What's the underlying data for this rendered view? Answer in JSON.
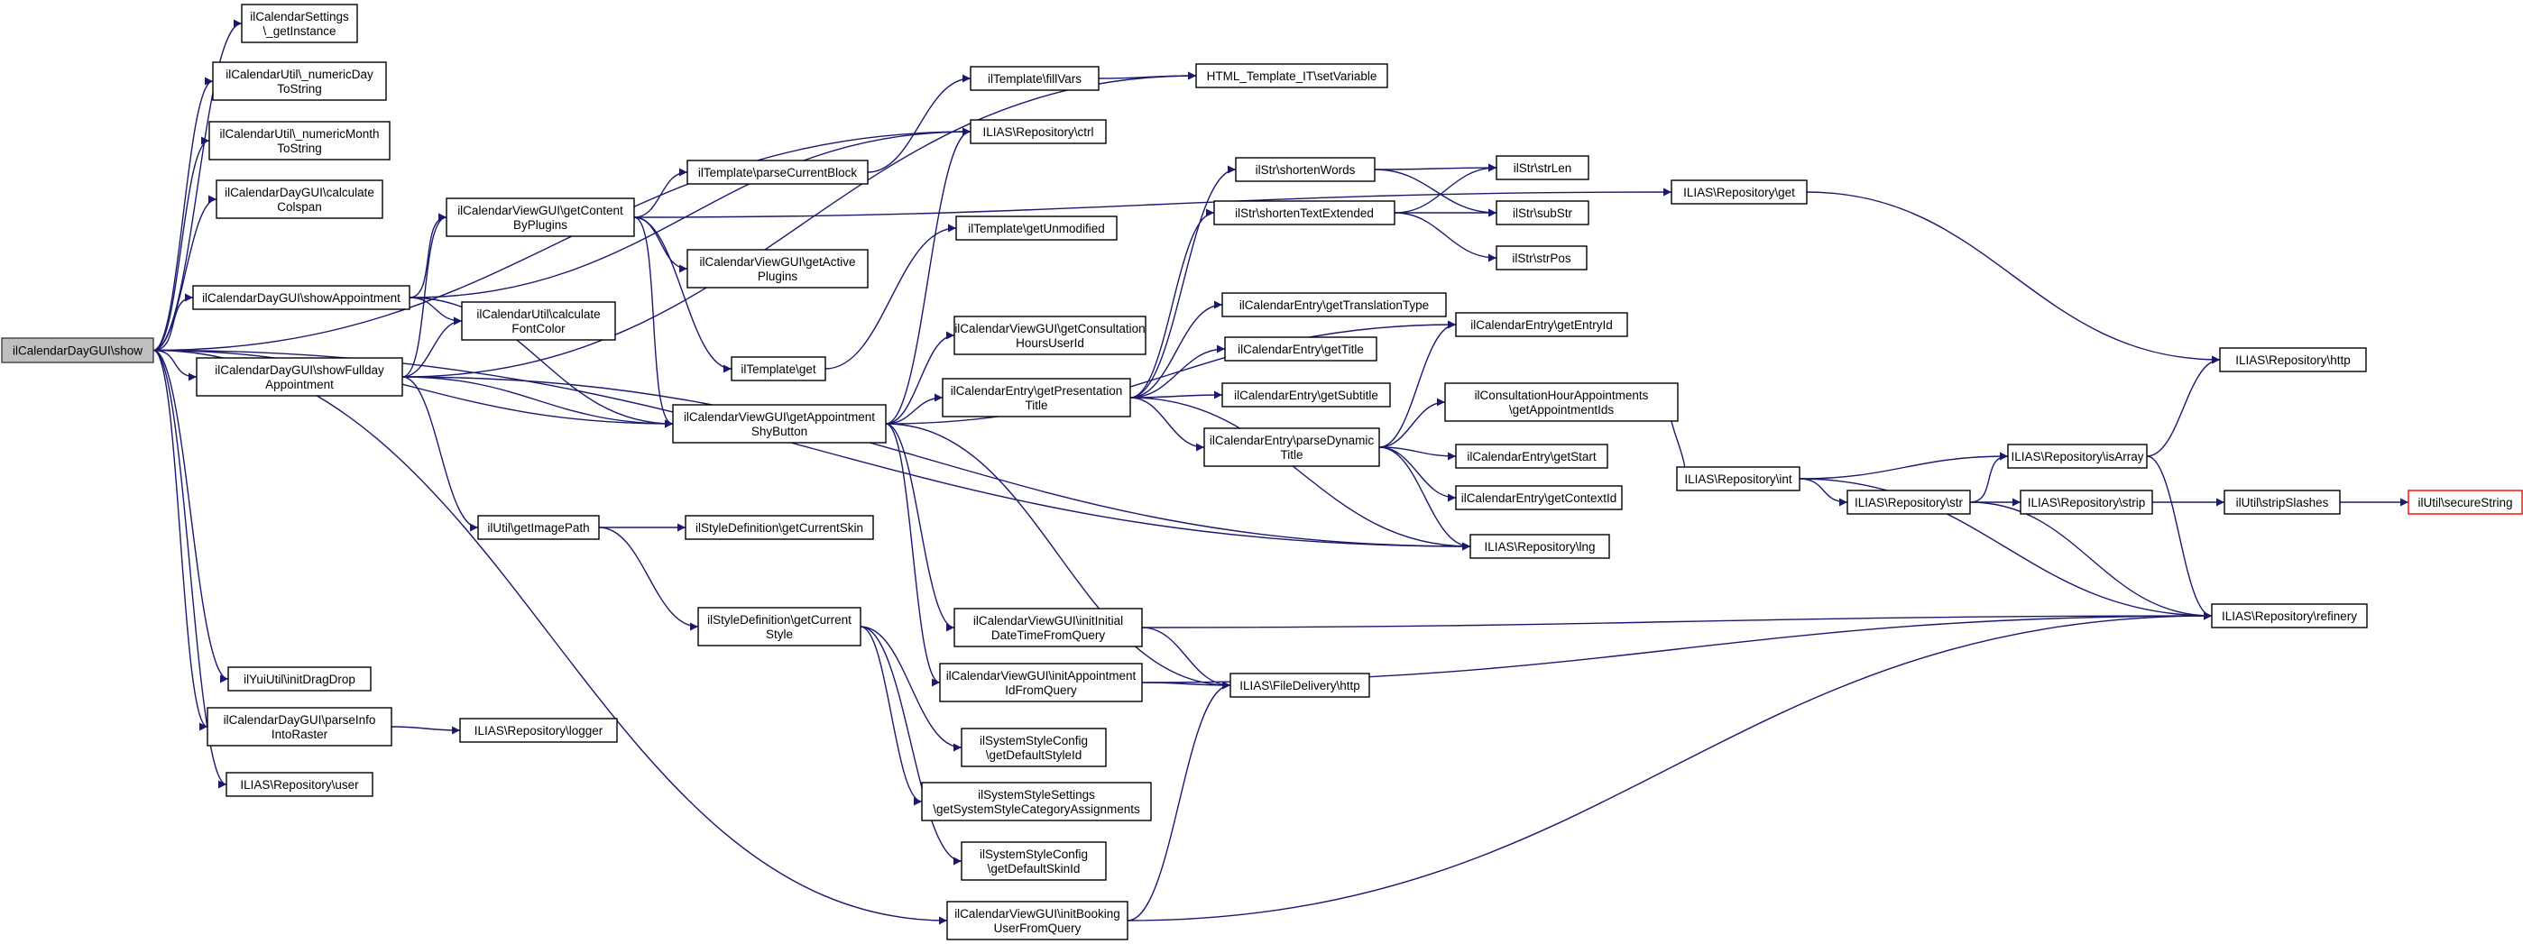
{
  "diagram": {
    "nodes": {
      "show": [
        "ilCalendarDayGUI\\show"
      ],
      "settingsGetInstance": [
        "ilCalendarSettings",
        "\\_getInstance"
      ],
      "numericDay": [
        "ilCalendarUtil\\_numericDay",
        "ToString"
      ],
      "numericMonth": [
        "ilCalendarUtil\\_numericMonth",
        "ToString"
      ],
      "calcColspan": [
        "ilCalendarDayGUI\\calculate",
        "Colspan"
      ],
      "showAppointment": [
        "ilCalendarDayGUI\\showAppointment"
      ],
      "showFullday": [
        "ilCalendarDayGUI\\showFullday",
        "Appointment"
      ],
      "initDragDrop": [
        "ilYuiUtil\\initDragDrop"
      ],
      "parseInfo": [
        "ilCalendarDayGUI\\parseInfo",
        "IntoRaster"
      ],
      "repoUser": [
        "ILIAS\\Repository\\user"
      ],
      "getContentByPlugins": [
        "ilCalendarViewGUI\\getContent",
        "ByPlugins"
      ],
      "calcFontColor": [
        "ilCalendarUtil\\calculate",
        "FontColor"
      ],
      "getImagePath": [
        "ilUtil\\getImagePath"
      ],
      "repoLogger": [
        "ILIAS\\Repository\\logger"
      ],
      "fillVars": [
        "ilTemplate\\fillVars"
      ],
      "repoCtrl": [
        "ILIAS\\Repository\\ctrl"
      ],
      "parseCurrentBlock": [
        "ilTemplate\\parseCurrentBlock"
      ],
      "getActivePlugins": [
        "ilCalendarViewGUI\\getActive",
        "Plugins"
      ],
      "tplGet": [
        "ilTemplate\\get"
      ],
      "getApptShyButton": [
        "ilCalendarViewGUI\\getAppointment",
        "ShyButton"
      ],
      "getCurrentSkin": [
        "ilStyleDefinition\\getCurrentSkin"
      ],
      "getCurrentStyle": [
        "ilStyleDefinition\\getCurrent",
        "Style"
      ],
      "setVariable": [
        "HTML_Template_IT\\setVariable"
      ],
      "getUnmodified": [
        "ilTemplate\\getUnmodified"
      ],
      "getConsultation": [
        "ilCalendarViewGUI\\getConsultation",
        "HoursUserId"
      ],
      "getPresentationTitle": [
        "ilCalendarEntry\\getPresentation",
        "Title"
      ],
      "initInitialDate": [
        "ilCalendarViewGUI\\initInitial",
        "DateTimeFromQuery"
      ],
      "initApptId": [
        "ilCalendarViewGUI\\initAppointment",
        "IdFromQuery"
      ],
      "getDefaultStyleId": [
        "ilSystemStyleConfig",
        "\\getDefaultStyleId"
      ],
      "getSysStyleCat": [
        "ilSystemStyleSettings",
        "\\getSystemStyleCategoryAssignments"
      ],
      "getDefaultSkinId": [
        "ilSystemStyleConfig",
        "\\getDefaultSkinId"
      ],
      "initBooking": [
        "ilCalendarViewGUI\\initBooking",
        "UserFromQuery"
      ],
      "shortenWords": [
        "ilStr\\shortenWords"
      ],
      "shortenTextExt": [
        "ilStr\\shortenTextExtended"
      ],
      "getTranslationType": [
        "ilCalendarEntry\\getTranslationType"
      ],
      "getTitle": [
        "ilCalendarEntry\\getTitle"
      ],
      "getSubtitle": [
        "ilCalendarEntry\\getSubtitle"
      ],
      "parseDynamicTitle": [
        "ilCalendarEntry\\parseDynamic",
        "Title"
      ],
      "fileDeliveryHttp": [
        "ILIAS\\FileDelivery\\http"
      ],
      "strLen": [
        "ilStr\\strLen"
      ],
      "subStr": [
        "ilStr\\subStr"
      ],
      "strPos": [
        "ilStr\\strPos"
      ],
      "getEntryId": [
        "ilCalendarEntry\\getEntryId"
      ],
      "getAppointmentIds": [
        "ilConsultationHourAppointments",
        "\\getAppointmentIds"
      ],
      "getStart": [
        "ilCalendarEntry\\getStart"
      ],
      "getContextId": [
        "ilCalendarEntry\\getContextId"
      ],
      "repoLng": [
        "ILIAS\\Repository\\lng"
      ],
      "repoGet": [
        "ILIAS\\Repository\\get"
      ],
      "repoInt": [
        "ILIAS\\Repository\\int"
      ],
      "repoStr": [
        "ILIAS\\Repository\\str"
      ],
      "repoHttp": [
        "ILIAS\\Repository\\http"
      ],
      "repoIsArray": [
        "ILIAS\\Repository\\isArray"
      ],
      "repoStrip": [
        "ILIAS\\Repository\\strip"
      ],
      "repoRefinery": [
        "ILIAS\\Repository\\refinery"
      ],
      "stripSlashes": [
        "ilUtil\\stripSlashes"
      ],
      "secureString": [
        "ilUtil\\secureString"
      ]
    }
  }
}
